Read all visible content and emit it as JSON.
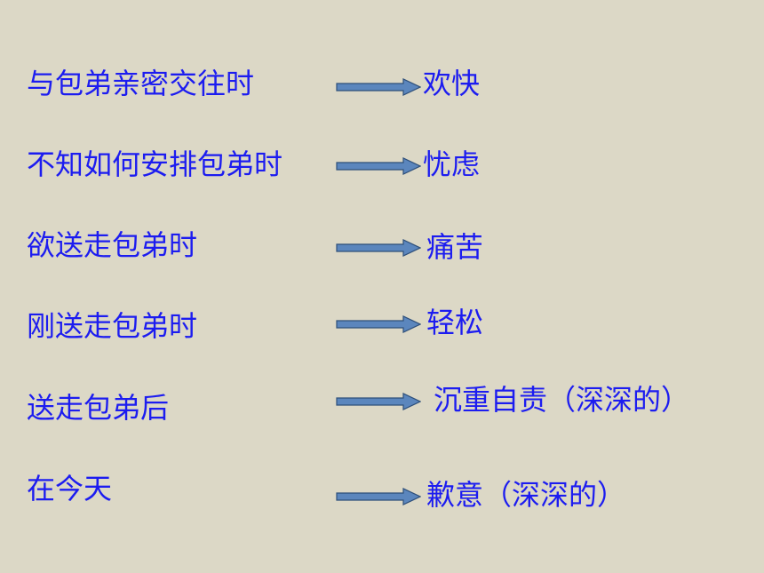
{
  "rows": [
    {
      "stage": "与包弟亲密交往时",
      "feeling": "欢快"
    },
    {
      "stage": "不知如何安排包弟时",
      "feeling": "忧虑"
    },
    {
      "stage": "欲送走包弟时",
      "feeling": "痛苦"
    },
    {
      "stage": "刚送走包弟时",
      "feeling": "轻松"
    },
    {
      "stage": "送走包弟后",
      "feeling": "沉重自责（深深的）"
    },
    {
      "stage": "在今天",
      "feeling": "歉意（深深的）"
    }
  ],
  "colors": {
    "background": "#dcd8c6",
    "text": "#1c1cf0",
    "arrow_fill": "#5b86bd",
    "arrow_stroke": "#2e4f7a"
  }
}
